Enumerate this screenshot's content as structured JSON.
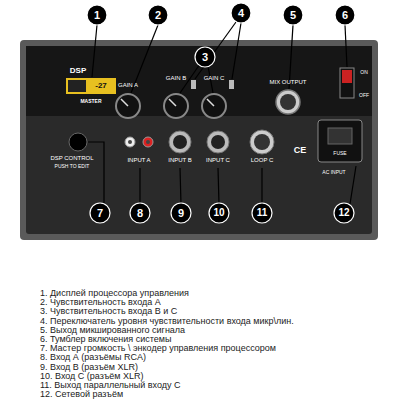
{
  "diagram": {
    "labels": [
      "1",
      "2",
      "3",
      "4",
      "5",
      "6",
      "7",
      "8",
      "9",
      "10",
      "11",
      "12",
      "DSP",
      "-27",
      "MASTER",
      "GAIN A",
      "GAIN B",
      "GAIN C",
      "MIX OUTPUT",
      "ON",
      "OFF",
      "INPUT A",
      "INPUT B",
      "INPUT C",
      "LOOP C",
      "DSP CONTROL",
      "PUSH TO EDIT",
      "CE",
      "FUSE",
      "AC INPUT",
      "1.  Дисплей процессора управления",
      "2.  Чувствительность входа А",
      "3.  Чувствительность входа B и C",
      "4.  Переключатель уровня чувствительности входа микр\\лин.",
      "5.  Выход микшированного сигнала",
      "6.  Тумблер включения системы",
      "7.  Мастер громкость \\ энкодер управления процессором",
      "8.  Вход А (разъёмы RCA)",
      "9.  Вход B (разъём XLR)",
      "10. Вход C (разъём XLR)",
      "11. Выход параллельный входу C",
      "12. Сетевой разъём"
    ]
  }
}
